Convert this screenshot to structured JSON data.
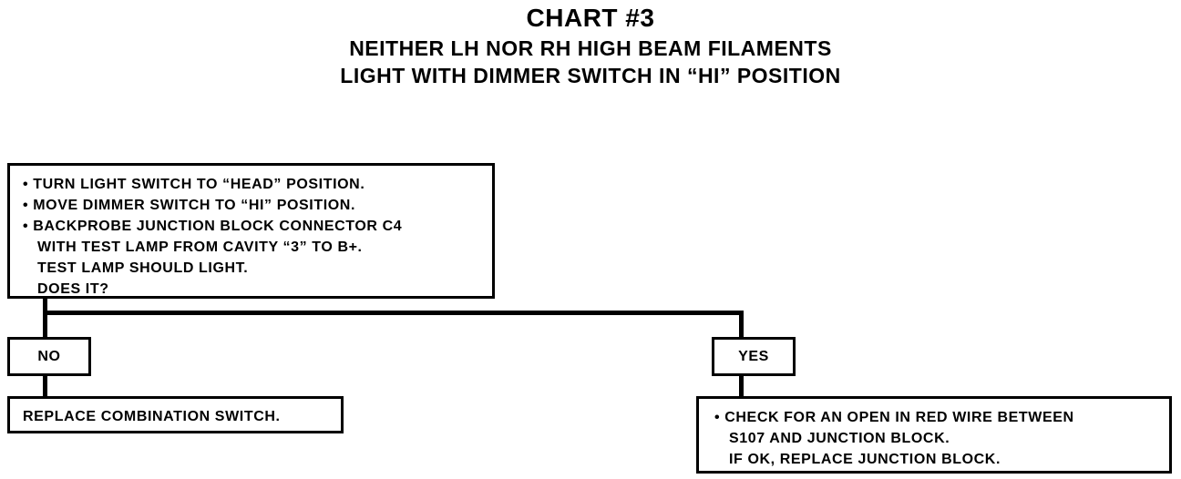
{
  "header": {
    "title": "CHART #3",
    "subtitle_line1": "NEITHER LH NOR RH HIGH BEAM FILAMENTS",
    "subtitle_line2": "LIGHT WITH DIMMER SWITCH IN “HI” POSITION"
  },
  "steps_box": {
    "bullets": [
      "• TURN LIGHT SWITCH TO “HEAD” POSITION.",
      "• MOVE DIMMER SWITCH TO “HI” POSITION.",
      "• BACKPROBE JUNCTION BLOCK CONNECTOR C4"
    ],
    "continuation": [
      "WITH TEST LAMP FROM CAVITY “3” TO B+.",
      "TEST LAMP SHOULD LIGHT.",
      "DOES IT?"
    ]
  },
  "no_branch": {
    "label": "NO",
    "action": "REPLACE COMBINATION SWITCH."
  },
  "yes_branch": {
    "label": "YES",
    "action_bullet": "• CHECK FOR AN OPEN IN RED WIRE BETWEEN",
    "action_continuation": [
      "S107 AND JUNCTION BLOCK.",
      "IF OK, REPLACE JUNCTION BLOCK."
    ]
  }
}
